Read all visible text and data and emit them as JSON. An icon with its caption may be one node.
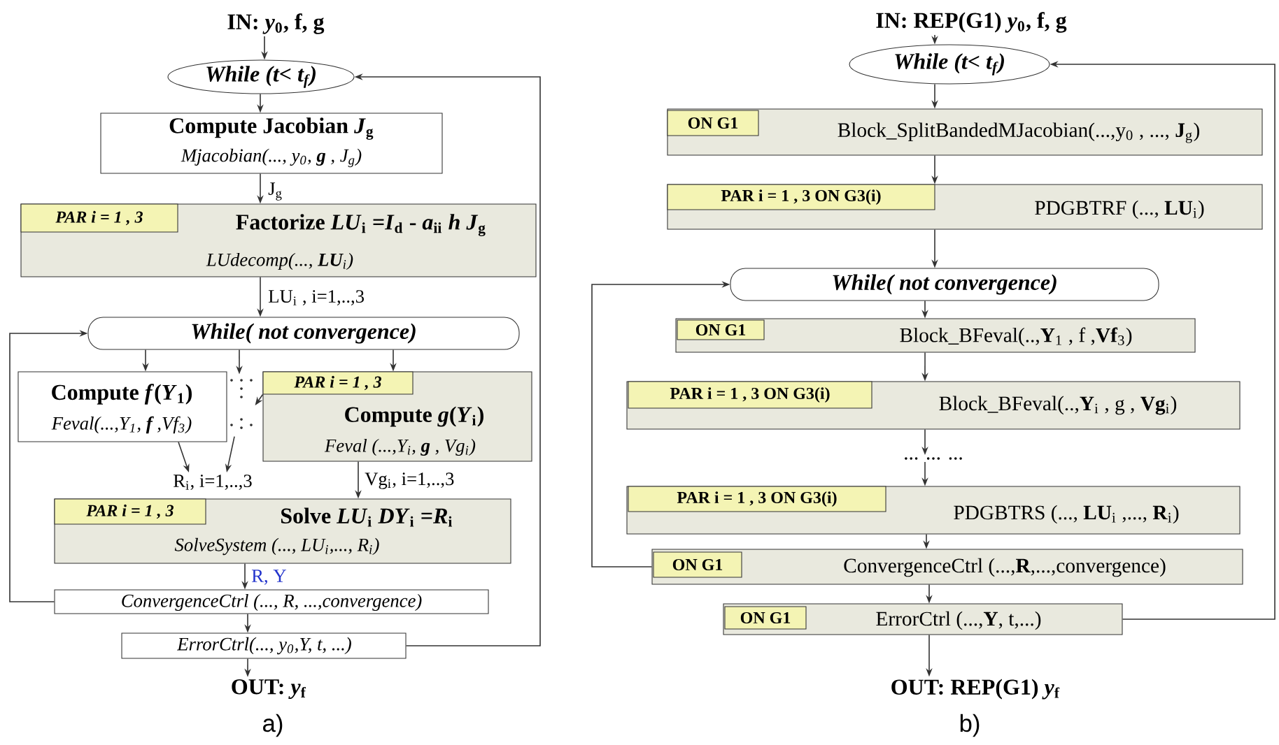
{
  "diagram": {
    "nodes": [
      {
        "text": [
          "IN: *y*$_{0}$, f, g"
        ]
      },
      {
        "text": [
          "While (t< t$_{f}$)"
        ]
      },
      {
        "text": [
          "Compute Jacobian *J*$_{g}$",
          "Mjacobian(..., y$_{0}$, **g** , J$_{g}$)"
        ]
      },
      {
        "text": [
          "Factorize *LU*$_{i}$ =*I*$_{d}$ - *a*$_{ii}$ *h J*$_{g}$",
          "LUdecomp(..., **LU**$_{i}$)"
        ]
      },
      {
        "text": [
          "PAR i = 1 , 3"
        ],
        "in": 3
      },
      {
        "text": [
          "While( not convergence)"
        ]
      },
      {
        "text": [
          "Compute *f*(*Y*$_{1}$)",
          "Feval(...,Y$_{1}$, **f** ,Vf$_{3}$)"
        ]
      },
      {
        "text": [
          "Compute *g*(*Y*$_{i}$)",
          "Feval (...,Y$_{i}$, **g** , Vg$_{i}$)"
        ]
      },
      {
        "text": [
          "PAR i = 1 , 3"
        ],
        "in": 7
      },
      {
        "text": [],
        "shape": "dots"
      },
      {
        "text": [
          "R$_{i}$, i=1,..,3"
        ]
      },
      {
        "text": [
          "Solve *LU*$_{i}$ *DY*$_{i}$ =*R*$_{i}$",
          "SolveSystem (..., LU$_{i}$,..., R$_{i}$)"
        ]
      },
      {
        "text": [
          "PAR i = 1 , 3"
        ],
        "in": 11
      },
      {
        "text": [
          "ConvergenceCtrl (..., R, ...,convergence)"
        ]
      },
      {
        "text": [
          "ErrorCtrl(..., y$_{0}$,Y, t, ...)"
        ]
      },
      {
        "text": [
          "OUT: *y*$_{f}$"
        ]
      },
      {
        "text": [
          "IN: REP(G1) *y*$_{0}$, f, g"
        ]
      },
      {
        "text": [
          "While (t< t$_{f}$)"
        ]
      },
      {
        "text": [
          "Block_SplitBandedMJacobian(...,y$_{0}$ , ..., **J**$_{g}$)"
        ]
      },
      {
        "text": [
          "ON G1"
        ],
        "in": 18
      },
      {
        "text": [
          "PDGBTRF (..., **LU**$_{i}$)"
        ]
      },
      {
        "text": [
          "PAR i = 1 , 3 ON G3(i)"
        ],
        "in": 20
      },
      {
        "text": [
          "While( not convergence)"
        ]
      },
      {
        "text": [
          "Block_BFeval(..,**Y**$_{1}$ , f ,**Vf**$_{3}$)"
        ]
      },
      {
        "text": [
          "ON G1"
        ],
        "in": 23
      },
      {
        "text": [
          "Block_BFeval(..,**Y**$_{i}$ , g , **Vg**$_{i}$)"
        ]
      },
      {
        "text": [
          "PAR i = 1 , 3 ON G3(i)"
        ],
        "in": 25
      },
      {
        "text": [
          "... ... ..."
        ]
      },
      {
        "text": [
          "PDGBTRS (..., **LU**$_{i}$ ,..., **R**$_{i}$)"
        ]
      },
      {
        "text": [
          "PAR i = 1 , 3 ON G3(i)"
        ],
        "in": 28
      },
      {
        "text": [
          "ConvergenceCtrl (...,**R**,...,convergence)"
        ]
      },
      {
        "text": [
          "ON G1"
        ],
        "in": 30
      },
      {
        "text": [
          "ErrorCtrl (...,**Y**, t,...)"
        ]
      },
      {
        "text": [
          "ON G1"
        ],
        "in": 32
      },
      {
        "text": [
          "OUT: REP(G1) *y*$_{f}$"
        ]
      }
    ],
    "edges": [
      {
        "from": 0,
        "to": 1,
        "arrow": "to"
      },
      {
        "from": 1,
        "to": 2,
        "arrow": "to"
      },
      {
        "from": 2,
        "to": 3,
        "arrow": "to",
        "label": "J$_{g}$"
      },
      {
        "from": 3,
        "to": 5,
        "arrow": "to",
        "label": "LU$_{i}$ , i=1,..,3"
      },
      {
        "from": 5,
        "to": 6,
        "arrow": "to"
      },
      {
        "from": 5,
        "to": 9,
        "arrow": "to"
      },
      {
        "from": 5,
        "to": 7,
        "arrow": "to"
      },
      {
        "from": 8,
        "to": 9,
        "arrow": "to"
      },
      {
        "from": 6,
        "to": 10,
        "arrow": "to"
      },
      {
        "from": 9,
        "to": 10,
        "arrow": "to"
      },
      {
        "from": 7,
        "to": 11,
        "arrow": "to",
        "label": "Vg$_{i}$, i=1,..,3"
      },
      {
        "from": 11,
        "to": 13,
        "arrow": "to",
        "label": "R, Y"
      },
      {
        "from": 13,
        "to": 5,
        "arrow": "to"
      },
      {
        "from": 13,
        "to": 14,
        "arrow": "to"
      },
      {
        "from": 14,
        "to": 1,
        "arrow": "to"
      },
      {
        "from": 14,
        "to": 15,
        "arrow": "to"
      },
      {
        "from": 16,
        "to": 17,
        "arrow": "to"
      },
      {
        "from": 17,
        "to": 18,
        "arrow": "to"
      },
      {
        "from": 18,
        "to": 20,
        "arrow": "to"
      },
      {
        "from": 20,
        "to": 22,
        "arrow": "to"
      },
      {
        "from": 22,
        "to": 23,
        "arrow": "to"
      },
      {
        "from": 23,
        "to": 25,
        "arrow": "to"
      },
      {
        "from": 25,
        "to": 27,
        "arrow": "to"
      },
      {
        "from": 27,
        "to": 28,
        "arrow": "to"
      },
      {
        "from": 28,
        "to": 30,
        "arrow": "to"
      },
      {
        "from": 30,
        "to": 22,
        "arrow": "to"
      },
      {
        "from": 30,
        "to": 32,
        "arrow": "to"
      },
      {
        "from": 32,
        "to": 17,
        "arrow": "to"
      },
      {
        "from": 32,
        "to": 34,
        "arrow": "to"
      }
    ],
    "labels": [
      "a)",
      "b)"
    ]
  }
}
